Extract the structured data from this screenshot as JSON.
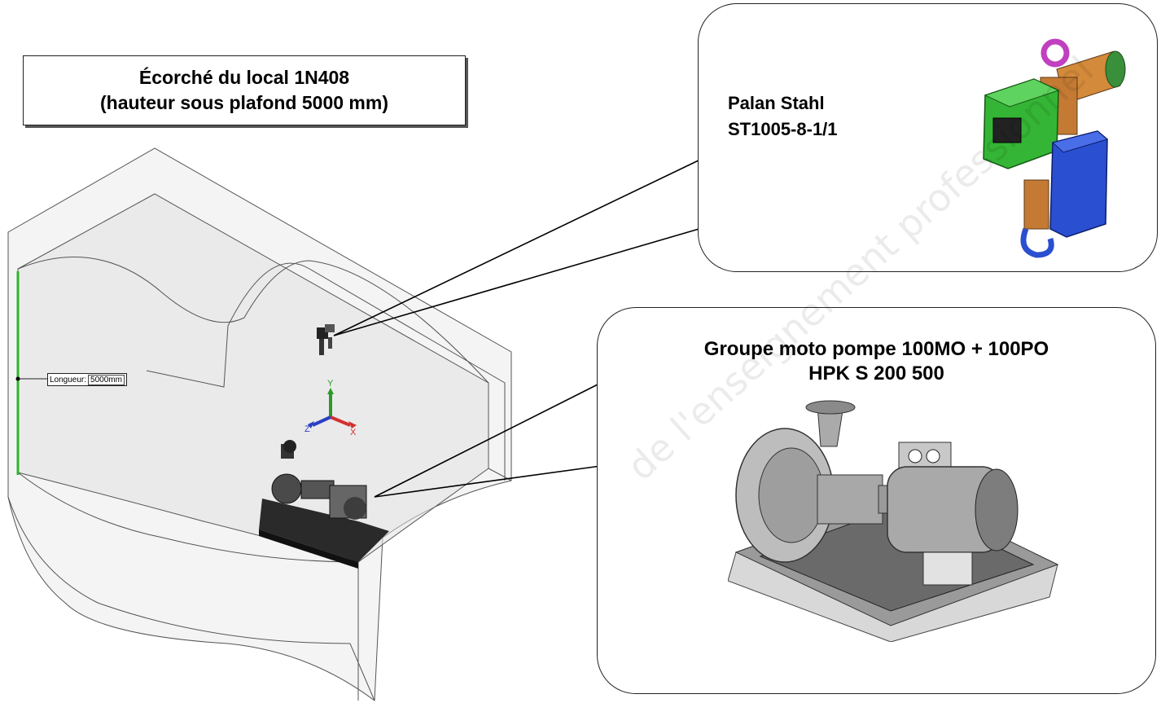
{
  "title_box": {
    "line1": "Écorché du local 1N408",
    "line2": "(hauteur sous plafond 5000 mm)"
  },
  "palan_callout": {
    "line1": "Palan Stahl",
    "line2": "ST1005-8-1/1"
  },
  "pompe_callout": {
    "line1": "Groupe moto pompe 100MO + 100PO",
    "line2": "HPK S 200 500"
  },
  "dimension": {
    "label": "Longueur:",
    "value": "5000mm"
  },
  "axes": {
    "x": "X",
    "y": "Y",
    "z": "Z"
  },
  "watermark": "de l'enseignement professionnel",
  "colors": {
    "dimension_line": "#2db52d",
    "axis_x": "#d43030",
    "axis_y": "#2a9a2a",
    "axis_z": "#2a3fc4",
    "hoist_body": "#2faa2f",
    "hoist_motor": "#2a3fc4",
    "hoist_hook": "#c040c0",
    "room_fill": "#eceaea"
  }
}
